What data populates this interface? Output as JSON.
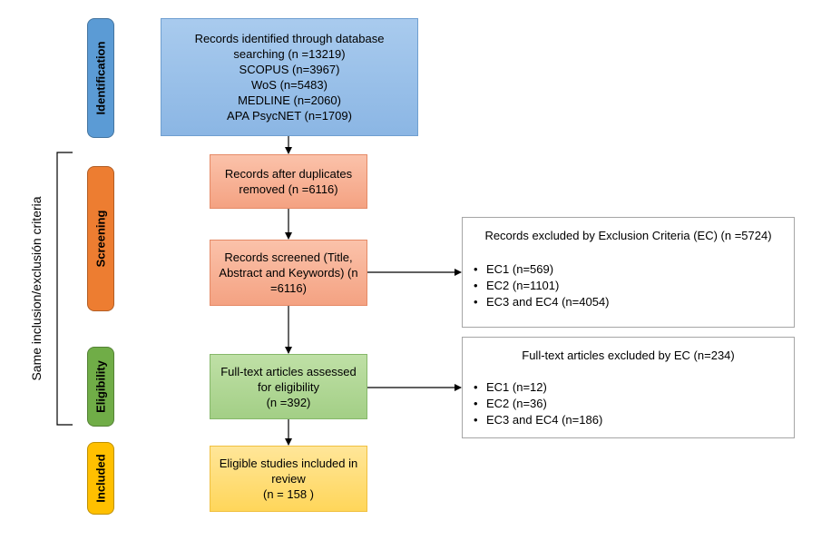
{
  "stages": {
    "identification": {
      "label": "Identification",
      "color": "#5b9bd5"
    },
    "screening": {
      "label": "Screening",
      "color": "#ed7d31"
    },
    "eligibility": {
      "label": "Eligibility",
      "color": "#70ad47"
    },
    "included": {
      "label": "Included",
      "color": "#ffc000"
    }
  },
  "side_label": "Same  inclusion/exclusión criteria",
  "boxes": {
    "identified": {
      "lines": [
        "Records identified through database",
        "searching (n =13219)",
        "SCOPUS (n=3967)",
        "WoS (n=5483)",
        "MEDLINE (n=2060)",
        "APA PsycNET (n=1709)"
      ]
    },
    "duplicates": {
      "lines": [
        "Records after duplicates",
        "removed (n =6116)"
      ]
    },
    "screened": {
      "lines": [
        "Records screened (Title,",
        "Abstract and Keywords) (n",
        "=6116)"
      ]
    },
    "fulltext": {
      "lines": [
        "Full-text articles assessed",
        "for eligibility",
        "(n =392)"
      ]
    },
    "included": {
      "lines": [
        "Eligible studies included in",
        "review",
        "(n = 158 )"
      ]
    }
  },
  "exclusions": {
    "screening": {
      "title": "Records excluded by Exclusion Criteria (EC) (n =5724)",
      "items": [
        "EC1 (n=569)",
        "EC2 (n=1101)",
        "EC3 and EC4 (n=4054)"
      ]
    },
    "eligibility": {
      "title": "Full-text articles excluded by EC (n=234)",
      "items": [
        "EC1 (n=12)",
        "EC2 (n=36)",
        "EC3 and EC4 (n=186)"
      ]
    }
  }
}
